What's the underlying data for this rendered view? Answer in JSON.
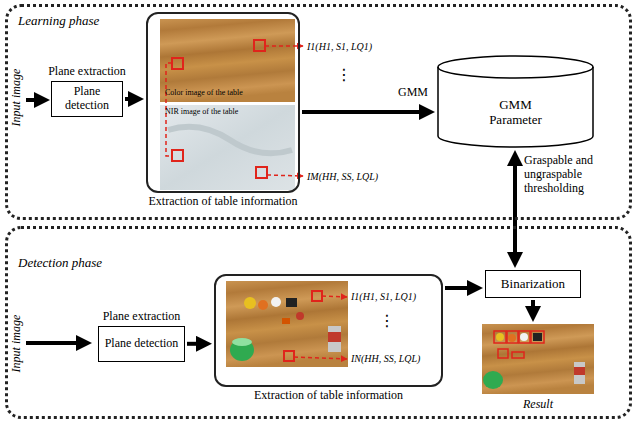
{
  "diagram": {
    "nodes": [
      {
        "text": [
          "Learning phase"
        ]
      },
      {
        "text": [
          "Plane extraction",
          "Plane detection"
        ],
        "in": 0
      },
      {
        "text": [
          "Extraction of table information"
        ],
        "in": 0
      },
      {
        "text": [
          "GMM Parameter"
        ],
        "in": 0
      },
      {
        "text": [
          "Detection phase"
        ]
      },
      {
        "text": [
          "Plane extraction",
          "Plane detection"
        ],
        "in": 4
      },
      {
        "text": [
          "Extraction of table information"
        ],
        "in": 4
      },
      {
        "text": [
          "Binarization"
        ],
        "in": 4
      },
      {
        "text": [
          "Result"
        ],
        "in": 4
      }
    ],
    "edges": [
      {
        "from": 1,
        "to": 2,
        "arrow": "to"
      },
      {
        "from": 2,
        "to": 3,
        "arrow": "to",
        "label": "GMM"
      },
      {
        "from": 3,
        "to": 7,
        "arrow": "both",
        "label": "Graspable and ungraspable thresholding"
      },
      {
        "from": 5,
        "to": 6,
        "arrow": "to"
      },
      {
        "from": 6,
        "to": 7,
        "arrow": "to"
      },
      {
        "from": 7,
        "to": 8,
        "arrow": "to"
      }
    ],
    "labels": [
      "Input image",
      "Color image of the table",
      "NIR image of the table",
      "I1(H1, S1, LQ1)",
      "⋮",
      "IM(HH, SS, LQL)",
      "Input image",
      "I1(H1, S1, LQ1)",
      "⋮",
      "IN(HH, SS, LQL)"
    ]
  }
}
